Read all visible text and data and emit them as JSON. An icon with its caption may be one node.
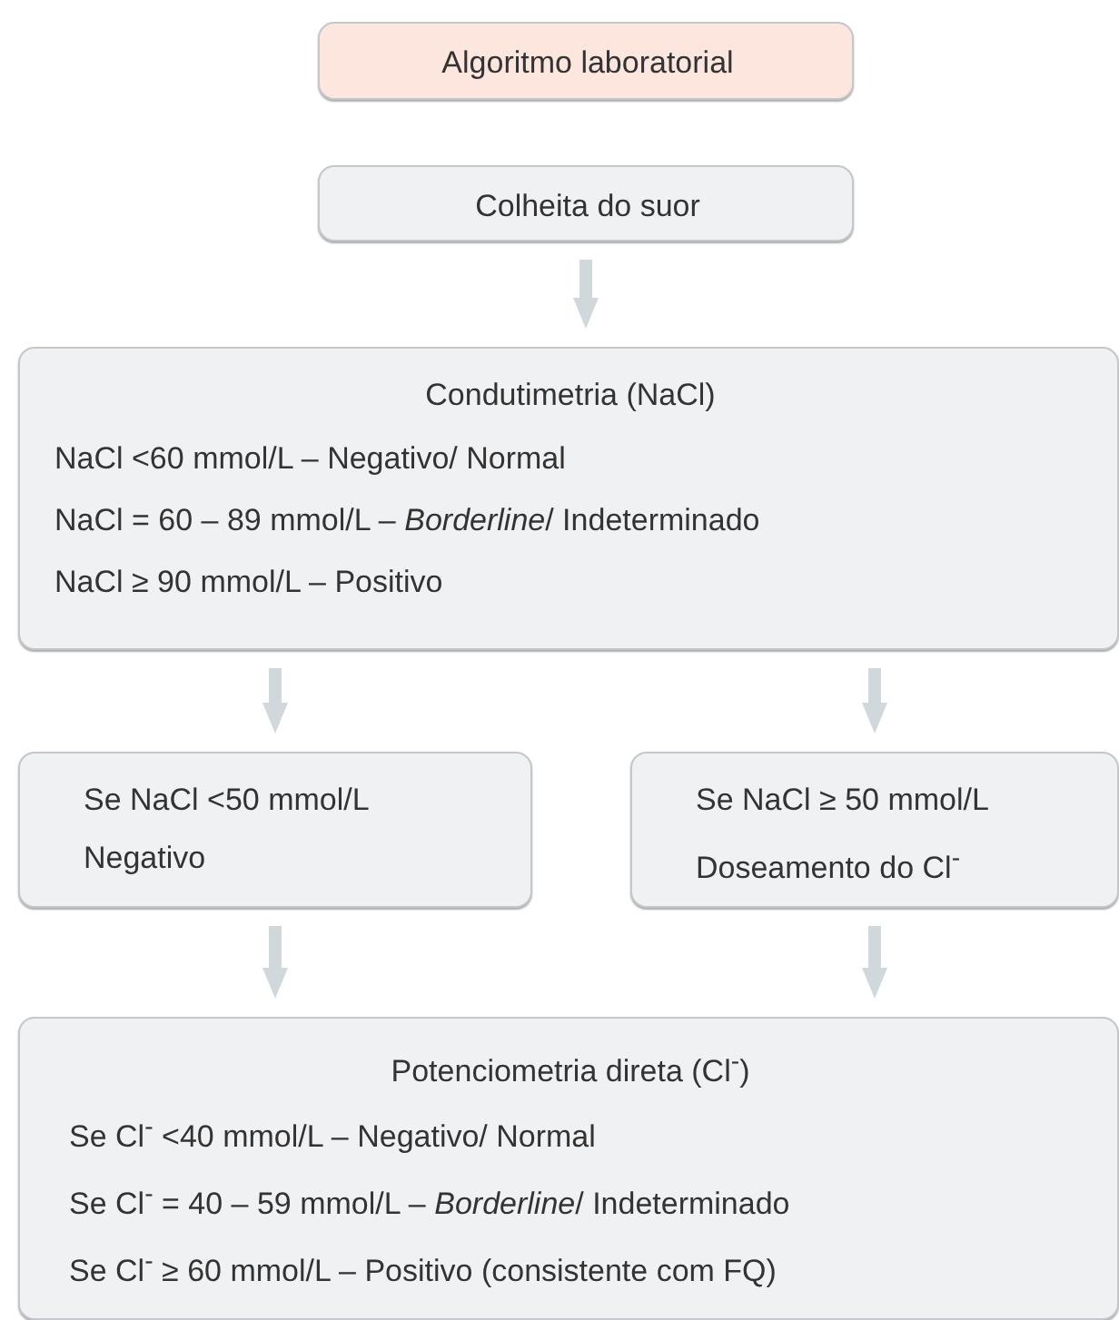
{
  "diagram": {
    "nodes": [
      {
        "text": [
          "Algoritmo laboratorial"
        ]
      },
      {
        "text": [
          "Colheita do suor"
        ]
      },
      {
        "text": [
          "Condutimetria (NaCl)",
          "NaCl <60 mmol/L – Negativo/ Normal",
          "NaCl = 60 – 89 mmol/L – *Borderline*/ Indeterminado",
          "NaCl ≥ 90 mmol/L – Positivo"
        ]
      },
      {
        "text": [
          "Se NaCl <50 mmol/L",
          "Negativo"
        ]
      },
      {
        "text": [
          "Se NaCl ≥ 50 mmol/L",
          "Doseamento do Cl$^{-}$"
        ]
      },
      {
        "text": [
          "Potenciometria direta (Cl$^{-}$)",
          "Se Cl$^{-}$ <40 mmol/L – Negativo/ Normal",
          "Se Cl$^{-}$ = 40 – 59 mmol/L – *Borderline*/ Indeterminado",
          "Se Cl$^{-}$ ≥ 60 mmol/L – Positivo (consistente com FQ)"
        ]
      }
    ],
    "edges": [
      {
        "from": 1,
        "to": 2,
        "arrow": "to"
      },
      {
        "from": 2,
        "to": 3,
        "arrow": "to"
      },
      {
        "from": 2,
        "to": 4,
        "arrow": "to"
      },
      {
        "from": 3,
        "to": 5,
        "arrow": "to"
      },
      {
        "from": 4,
        "to": 5,
        "arrow": "to"
      }
    ]
  }
}
